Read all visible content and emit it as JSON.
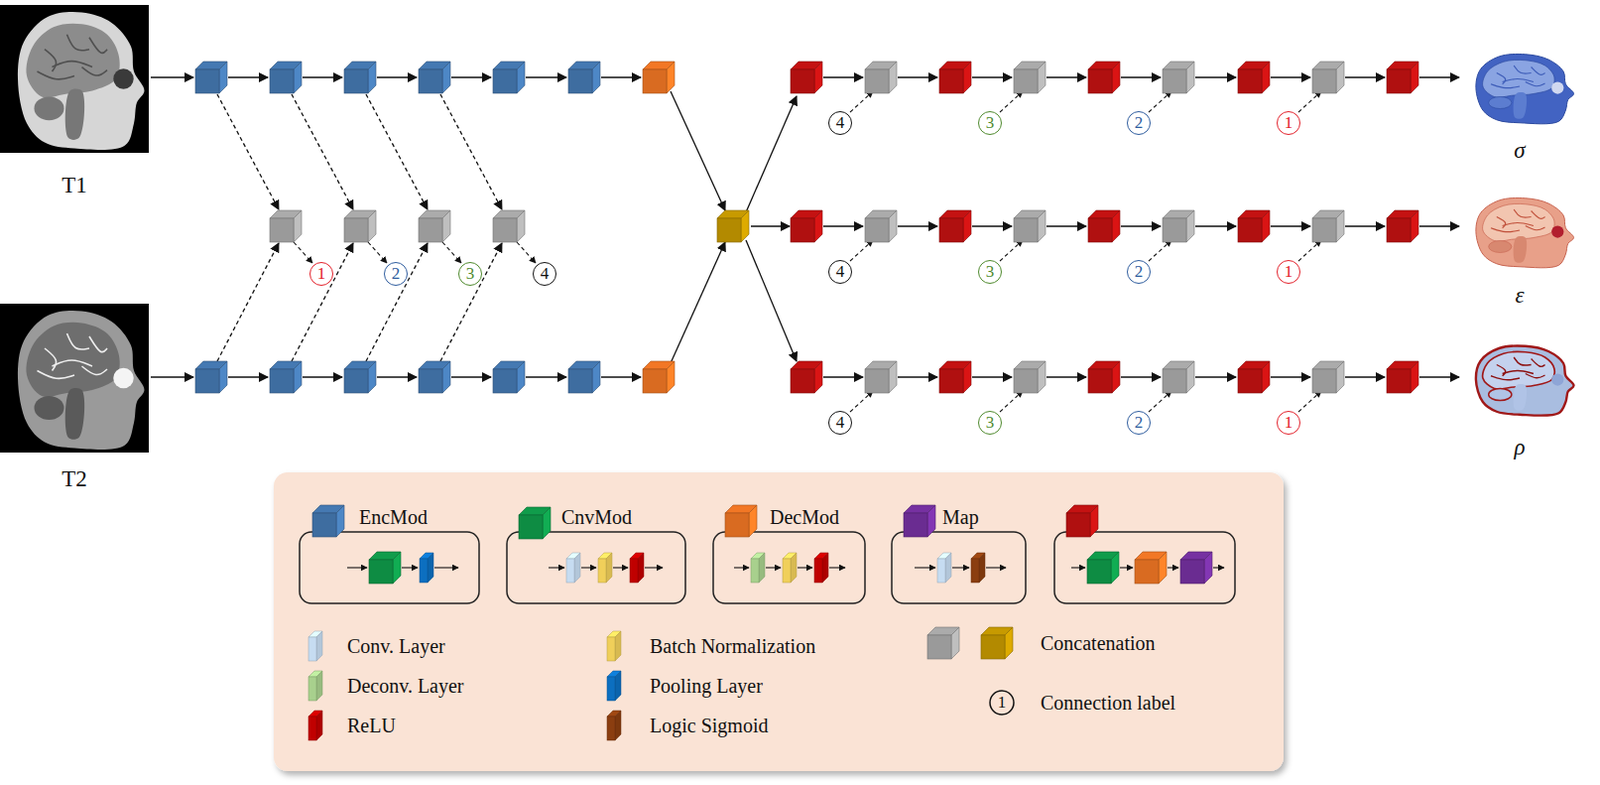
{
  "diagram": {
    "nodes": [
      {
        "text": [
          "T1"
        ]
      },
      {
        "text": [
          "4"
        ]
      },
      {
        "text": [
          "3"
        ]
      },
      {
        "text": [
          "2"
        ]
      },
      {
        "text": [
          "1"
        ]
      },
      {
        "text": [
          "σ"
        ]
      },
      {
        "text": [
          "1"
        ]
      },
      {
        "text": [
          "2"
        ]
      },
      {
        "text": [
          "3"
        ]
      },
      {
        "text": [
          "4"
        ]
      },
      {
        "text": [
          "4"
        ]
      },
      {
        "text": [
          "3"
        ]
      },
      {
        "text": [
          "2"
        ]
      },
      {
        "text": [
          "1"
        ]
      },
      {
        "text": [
          "ε"
        ]
      },
      {
        "text": [
          "T2"
        ]
      },
      {
        "text": [
          "4"
        ]
      },
      {
        "text": [
          "3"
        ]
      },
      {
        "text": [
          "2"
        ]
      },
      {
        "text": [
          "1"
        ]
      },
      {
        "text": [
          "ρ"
        ]
      }
    ],
    "labels": [
      "1"
    ],
    "legend": [
      {
        "text": "EncMod",
        "color": "#3e6da0"
      },
      {
        "text": "CnvMod",
        "color": "#0e8c43"
      },
      {
        "text": "DecMod",
        "color": "#d96b21"
      },
      {
        "text": "Map",
        "color": "#6a2c91"
      },
      {
        "text": "Conv. Layer",
        "color": "#c6dcf1"
      },
      {
        "text": "Batch Normalization",
        "color": "#f0cf5a"
      },
      {
        "text": "Concatenation",
        "color": "#9a9a9a"
      },
      {
        "text": "Deconv. Layer",
        "color": "#a8d08d"
      },
      {
        "text": "Pooling Layer",
        "color": "#0c6fc0"
      },
      {
        "text": "Connection label"
      },
      {
        "text": "ReLU",
        "color": "#c00000"
      },
      {
        "text": "Logic Sigmoid",
        "color": "#8b3e10"
      }
    ]
  }
}
